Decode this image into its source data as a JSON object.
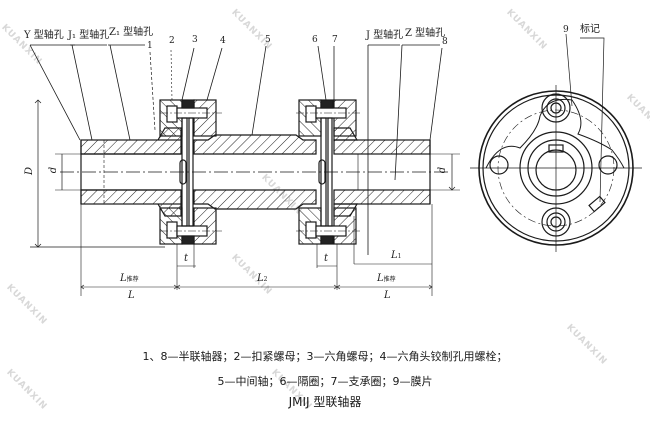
{
  "drawing": {
    "top_labels": {
      "y_bore": "Y 型轴孔",
      "j1_bore_left": "J₁ 型轴孔",
      "z1_bore_left": "Z₁ 型轴孔",
      "j_bore_right": "J 型轴孔",
      "z_bore_right": "Z 型轴孔",
      "mark": "标记"
    },
    "part_numbers": [
      "1",
      "2",
      "3",
      "4",
      "5",
      "6",
      "7",
      "8",
      "9"
    ],
    "dimensions": {
      "D": "D",
      "d_left": "d",
      "d_right": "d",
      "t_left": "t",
      "t_right": "t",
      "L_rec_left": "L",
      "L_rec_right": "L",
      "L_rec_sub": "推荐",
      "L_left": "L",
      "L_right": "L",
      "L2": "L",
      "L2_sub": "2",
      "L1": "L",
      "L1_sub": "1"
    },
    "watermark": "KUANXIN"
  },
  "legend": {
    "line1": "1、8—半联轴器；2—扣紧螺母；3—六角螺母；4—六角头铰制孔用螺栓；",
    "line2": "5—中间轴；6—隔圈；7—支承圈；9—膜片"
  },
  "title": "JMⅠJ 型联轴器"
}
